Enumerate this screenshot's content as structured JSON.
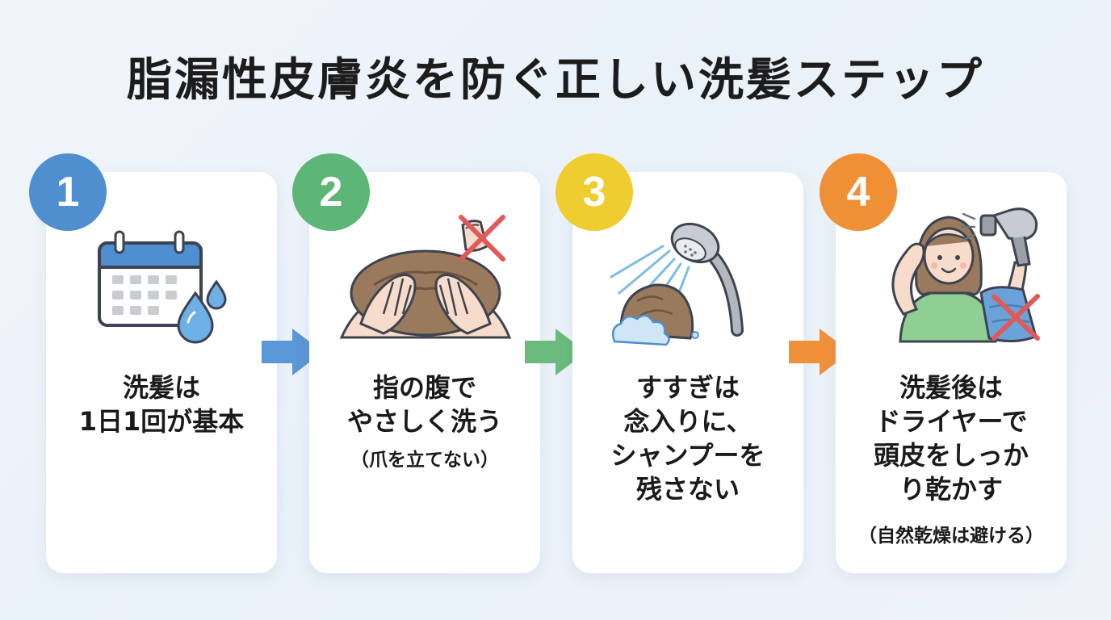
{
  "title": "脂漏性皮膚炎を防ぐ正しい洗髪ステップ",
  "colors": {
    "step1": "#4f8fd0",
    "step2": "#5db677",
    "step3": "#efcc30",
    "step4": "#ef8f36",
    "arrow1": "#5b96d6",
    "arrow2": "#6abb7b",
    "arrow3": "#f0913a",
    "cross": "#e05a5a"
  },
  "steps": [
    {
      "number": "1",
      "icon": "calendar-water-drop-icon",
      "lines": [
        "洗髪は",
        "1日1回が基本"
      ],
      "note": ""
    },
    {
      "number": "2",
      "icon": "fingertip-scalp-massage-icon",
      "lines": [
        "指の腹で",
        "やさしく洗う"
      ],
      "note": "（爪を立てない）"
    },
    {
      "number": "3",
      "icon": "shower-rinse-icon",
      "lines": [
        "すすぎは",
        "念入りに、",
        "シャンプーを",
        "残さない"
      ],
      "note": ""
    },
    {
      "number": "4",
      "icon": "hair-dryer-icon",
      "lines": [
        "洗髪後は",
        "ドライヤーで",
        "頭皮をしっか",
        "り乾かす"
      ],
      "note": "（自然乾燥は避ける）"
    }
  ]
}
